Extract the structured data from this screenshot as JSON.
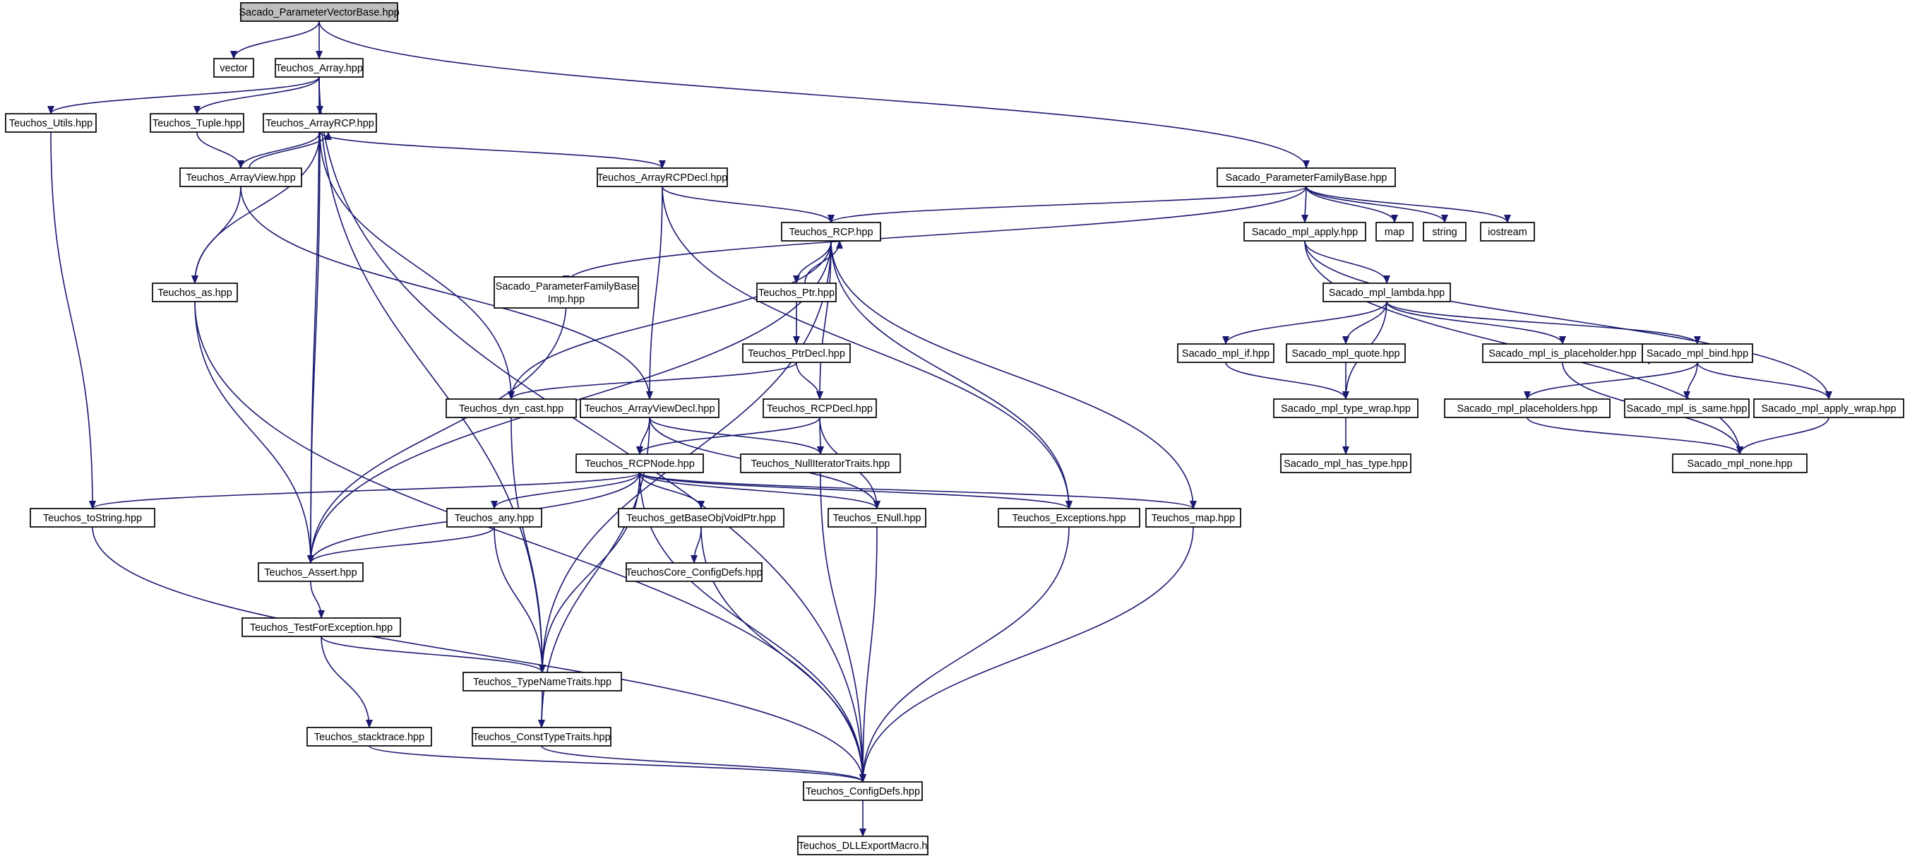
{
  "diagram": {
    "colors": {
      "edge": "#191970",
      "node_border": "#000000",
      "node_fill": "#ffffff",
      "root_fill": "#bfbfbf",
      "system_border": "#bfbfbf"
    },
    "nodes": [
      {
        "id": "root",
        "label": "Sacado_ParameterVectorBase.hpp",
        "kind": "root"
      },
      {
        "id": "vector",
        "label": "vector",
        "kind": "system"
      },
      {
        "id": "t_array",
        "label": "Teuchos_Array.hpp",
        "kind": "file"
      },
      {
        "id": "t_utils",
        "label": "Teuchos_Utils.hpp",
        "kind": "file"
      },
      {
        "id": "t_tuple",
        "label": "Teuchos_Tuple.hpp",
        "kind": "file"
      },
      {
        "id": "t_arrayrcp",
        "label": "Teuchos_ArrayRCP.hpp",
        "kind": "file"
      },
      {
        "id": "t_arrayview",
        "label": "Teuchos_ArrayView.hpp",
        "kind": "file"
      },
      {
        "id": "t_arrayrcpdecl",
        "label": "Teuchos_ArrayRCPDecl.hpp",
        "kind": "file"
      },
      {
        "id": "s_pfb",
        "label": "Sacado_ParameterFamilyBase.hpp",
        "kind": "file"
      },
      {
        "id": "s_apply",
        "label": "Sacado_mpl_apply.hpp",
        "kind": "file"
      },
      {
        "id": "map",
        "label": "map",
        "kind": "system"
      },
      {
        "id": "string",
        "label": "string",
        "kind": "system"
      },
      {
        "id": "iostream",
        "label": "iostream",
        "kind": "system"
      },
      {
        "id": "t_rcp",
        "label": "Teuchos_RCP.hpp",
        "kind": "file"
      },
      {
        "id": "t_ptr",
        "label": "Teuchos_Ptr.hpp",
        "kind": "file"
      },
      {
        "id": "s_pfb_imp",
        "label": "Sacado_ParameterFamilyBase\nImp.hpp",
        "kind": "file"
      },
      {
        "id": "t_as",
        "label": "Teuchos_as.hpp",
        "kind": "file"
      },
      {
        "id": "s_lambda",
        "label": "Sacado_mpl_lambda.hpp",
        "kind": "file"
      },
      {
        "id": "t_ptrdecl",
        "label": "Teuchos_PtrDecl.hpp",
        "kind": "file"
      },
      {
        "id": "s_if",
        "label": "Sacado_mpl_if.hpp",
        "kind": "file"
      },
      {
        "id": "s_quote",
        "label": "Sacado_mpl_quote.hpp",
        "kind": "file"
      },
      {
        "id": "s_isph",
        "label": "Sacado_mpl_is_placeholder.hpp",
        "kind": "file"
      },
      {
        "id": "s_bind",
        "label": "Sacado_mpl_bind.hpp",
        "kind": "file"
      },
      {
        "id": "t_dyncast",
        "label": "Teuchos_dyn_cast.hpp",
        "kind": "file"
      },
      {
        "id": "t_avdecl",
        "label": "Teuchos_ArrayViewDecl.hpp",
        "kind": "file"
      },
      {
        "id": "t_rcpdecl",
        "label": "Teuchos_RCPDecl.hpp",
        "kind": "file"
      },
      {
        "id": "s_typewrap",
        "label": "Sacado_mpl_type_wrap.hpp",
        "kind": "file"
      },
      {
        "id": "s_placeholders",
        "label": "Sacado_mpl_placeholders.hpp",
        "kind": "file"
      },
      {
        "id": "s_issame",
        "label": "Sacado_mpl_is_same.hpp",
        "kind": "file"
      },
      {
        "id": "s_applywrap",
        "label": "Sacado_mpl_apply_wrap.hpp",
        "kind": "file"
      },
      {
        "id": "t_rcpnode",
        "label": "Teuchos_RCPNode.hpp",
        "kind": "file"
      },
      {
        "id": "t_nullit",
        "label": "Teuchos_NullIteratorTraits.hpp",
        "kind": "file"
      },
      {
        "id": "s_hastype",
        "label": "Sacado_mpl_has_type.hpp",
        "kind": "file"
      },
      {
        "id": "s_none",
        "label": "Sacado_mpl_none.hpp",
        "kind": "file"
      },
      {
        "id": "t_tostring",
        "label": "Teuchos_toString.hpp",
        "kind": "file"
      },
      {
        "id": "t_any",
        "label": "Teuchos_any.hpp",
        "kind": "file"
      },
      {
        "id": "t_getbase",
        "label": "Teuchos_getBaseObjVoidPtr.hpp",
        "kind": "file"
      },
      {
        "id": "t_enull",
        "label": "Teuchos_ENull.hpp",
        "kind": "file"
      },
      {
        "id": "t_exceptions",
        "label": "Teuchos_Exceptions.hpp",
        "kind": "file"
      },
      {
        "id": "t_map",
        "label": "Teuchos_map.hpp",
        "kind": "file"
      },
      {
        "id": "t_assert",
        "label": "Teuchos_Assert.hpp",
        "kind": "file"
      },
      {
        "id": "t_coreconfig",
        "label": "TeuchosCore_ConfigDefs.hpp",
        "kind": "file"
      },
      {
        "id": "t_testforexc",
        "label": "Teuchos_TestForException.hpp",
        "kind": "file"
      },
      {
        "id": "t_typename",
        "label": "Teuchos_TypeNameTraits.hpp",
        "kind": "file"
      },
      {
        "id": "t_stacktrace",
        "label": "Teuchos_stacktrace.hpp",
        "kind": "file"
      },
      {
        "id": "t_consttype",
        "label": "Teuchos_ConstTypeTraits.hpp",
        "kind": "file"
      },
      {
        "id": "t_configdefs",
        "label": "Teuchos_ConfigDefs.hpp",
        "kind": "file"
      },
      {
        "id": "t_dllexport",
        "label": "Teuchos_DLLExportMacro.h",
        "kind": "file"
      }
    ],
    "edges": [
      [
        "root",
        "vector"
      ],
      [
        "root",
        "t_array"
      ],
      [
        "root",
        "s_pfb"
      ],
      [
        "t_array",
        "t_utils"
      ],
      [
        "t_array",
        "t_tuple"
      ],
      [
        "t_array",
        "t_arrayrcp"
      ],
      [
        "t_array",
        "t_assert"
      ],
      [
        "t_array",
        "t_typename"
      ],
      [
        "t_array",
        "t_configdefs"
      ],
      [
        "t_utils",
        "t_tostring"
      ],
      [
        "t_tuple",
        "t_arrayview"
      ],
      [
        "t_arrayrcp",
        "t_arrayview"
      ],
      [
        "t_arrayrcp",
        "t_as"
      ],
      [
        "t_arrayrcp",
        "t_assert"
      ],
      [
        "t_arrayrcp",
        "t_dyncast"
      ],
      [
        "t_arrayrcp",
        "t_arrayrcpdecl"
      ],
      [
        "t_arrayview",
        "t_arrayrcp"
      ],
      [
        "t_arrayview",
        "t_as"
      ],
      [
        "t_arrayview",
        "t_avdecl"
      ],
      [
        "t_arrayrcpdecl",
        "t_rcp"
      ],
      [
        "t_arrayrcpdecl",
        "t_avdecl"
      ],
      [
        "t_arrayrcpdecl",
        "t_exceptions"
      ],
      [
        "s_pfb",
        "t_rcp"
      ],
      [
        "s_pfb",
        "s_apply"
      ],
      [
        "s_pfb",
        "map"
      ],
      [
        "s_pfb",
        "string"
      ],
      [
        "s_pfb",
        "iostream"
      ],
      [
        "s_pfb",
        "s_pfb_imp"
      ],
      [
        "s_apply",
        "s_lambda"
      ],
      [
        "s_apply",
        "s_applywrap"
      ],
      [
        "s_apply",
        "s_none"
      ],
      [
        "t_rcp",
        "t_ptr"
      ],
      [
        "t_rcp",
        "t_dyncast"
      ],
      [
        "t_rcp",
        "t_assert"
      ],
      [
        "t_rcp",
        "t_rcpdecl"
      ],
      [
        "t_rcp",
        "t_exceptions"
      ],
      [
        "t_rcp",
        "t_map"
      ],
      [
        "t_rcp",
        "t_typename"
      ],
      [
        "t_ptr",
        "t_rcp"
      ],
      [
        "t_ptr",
        "t_ptrdecl"
      ],
      [
        "s_pfb_imp",
        "t_assert"
      ],
      [
        "t_as",
        "t_assert"
      ],
      [
        "t_as",
        "t_configdefs"
      ],
      [
        "s_lambda",
        "s_if"
      ],
      [
        "s_lambda",
        "s_quote"
      ],
      [
        "s_lambda",
        "s_isph"
      ],
      [
        "s_lambda",
        "s_bind"
      ],
      [
        "s_lambda",
        "s_typewrap"
      ],
      [
        "t_ptrdecl",
        "t_rcpdecl"
      ],
      [
        "t_ptrdecl",
        "t_dyncast"
      ],
      [
        "s_if",
        "s_typewrap"
      ],
      [
        "s_quote",
        "s_typewrap"
      ],
      [
        "s_isph",
        "s_isph"
      ],
      [
        "s_isph",
        "s_none"
      ],
      [
        "s_bind",
        "s_placeholders"
      ],
      [
        "s_bind",
        "s_issame"
      ],
      [
        "s_bind",
        "s_applywrap"
      ],
      [
        "t_dyncast",
        "t_typename"
      ],
      [
        "t_avdecl",
        "t_rcpnode"
      ],
      [
        "t_avdecl",
        "t_enull"
      ],
      [
        "t_avdecl",
        "t_nullit"
      ],
      [
        "t_avdecl",
        "t_consttype"
      ],
      [
        "t_rcpdecl",
        "t_rcpnode"
      ],
      [
        "t_rcpdecl",
        "t_nullit"
      ],
      [
        "t_rcpdecl",
        "t_enull"
      ],
      [
        "s_typewrap",
        "s_hastype"
      ],
      [
        "s_placeholders",
        "s_none"
      ],
      [
        "s_applywrap",
        "s_none"
      ],
      [
        "t_rcpnode",
        "t_tostring"
      ],
      [
        "t_rcpnode",
        "t_assert"
      ],
      [
        "t_rcpnode",
        "t_any"
      ],
      [
        "t_rcpnode",
        "t_getbase"
      ],
      [
        "t_rcpnode",
        "t_enull"
      ],
      [
        "t_rcpnode",
        "t_exceptions"
      ],
      [
        "t_rcpnode",
        "t_map"
      ],
      [
        "t_rcpnode",
        "t_typename"
      ],
      [
        "t_rcpnode",
        "t_configdefs"
      ],
      [
        "t_nullit",
        "t_configdefs"
      ],
      [
        "t_tostring",
        "t_configdefs"
      ],
      [
        "t_any",
        "t_assert"
      ],
      [
        "t_any",
        "t_typename"
      ],
      [
        "t_getbase",
        "t_coreconfig"
      ],
      [
        "t_getbase",
        "t_configdefs"
      ],
      [
        "t_enull",
        "t_configdefs"
      ],
      [
        "t_exceptions",
        "t_configdefs"
      ],
      [
        "t_map",
        "t_configdefs"
      ],
      [
        "t_assert",
        "t_testforexc"
      ],
      [
        "t_testforexc",
        "t_typename"
      ],
      [
        "t_testforexc",
        "t_stacktrace"
      ],
      [
        "t_typename",
        "t_consttype"
      ],
      [
        "t_stacktrace",
        "t_configdefs"
      ],
      [
        "t_consttype",
        "t_configdefs"
      ],
      [
        "t_configdefs",
        "t_dllexport"
      ]
    ]
  }
}
